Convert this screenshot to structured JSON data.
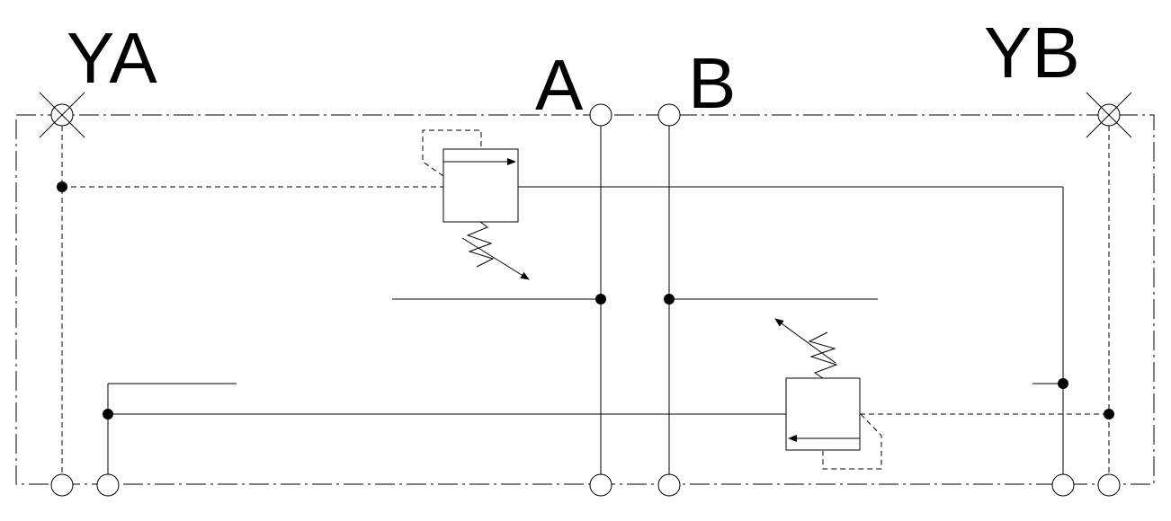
{
  "labels": {
    "ya": "YA",
    "yb": "YB",
    "a": "A",
    "b": "B"
  },
  "colors": {
    "line": "#000000",
    "background": "#ffffff"
  }
}
